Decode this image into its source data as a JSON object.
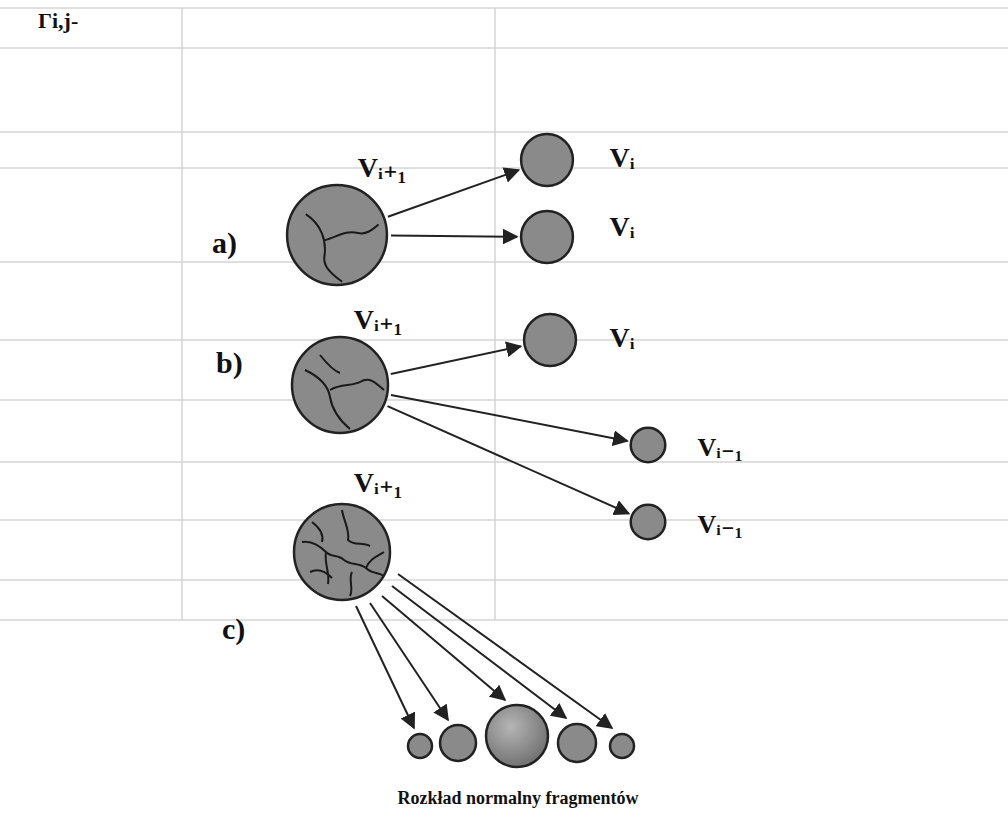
{
  "diagram": {
    "caption": "Rozkład normalny fragmentów",
    "nodes": [
      {
        "text": [
          "Vᵢ₊₁"
        ]
      },
      {
        "text": [
          "Vᵢ"
        ]
      },
      {
        "text": [
          "Vᵢ"
        ]
      },
      {
        "text": [
          "Vᵢ₊₁"
        ]
      },
      {
        "text": [
          "Vᵢ"
        ]
      },
      {
        "text": [
          "Vᵢ₋₁"
        ]
      },
      {
        "text": [
          "Vᵢ₋₁"
        ]
      },
      {
        "text": [
          "Vᵢ₊₁"
        ]
      }
    ],
    "edges": [
      {
        "from": 0,
        "to": 1,
        "arrow": "to"
      },
      {
        "from": 0,
        "to": 2,
        "arrow": "to"
      },
      {
        "from": 3,
        "to": 4,
        "arrow": "to"
      },
      {
        "from": 3,
        "to": 5,
        "arrow": "to"
      },
      {
        "from": 3,
        "to": 6,
        "arrow": "to"
      }
    ],
    "labels": [
      "Γi,j-",
      "a)",
      "b)",
      "c)"
    ]
  }
}
